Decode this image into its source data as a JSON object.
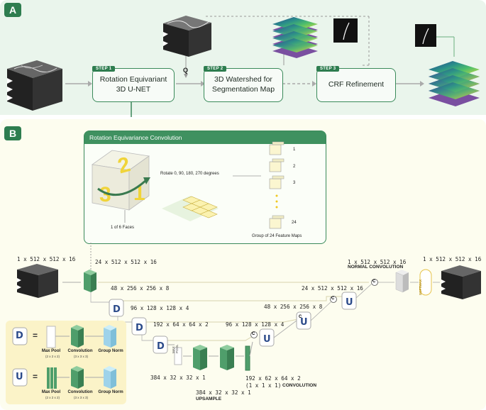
{
  "panel_a": {
    "badge": "A",
    "step1": {
      "tag": "STEP 1",
      "line1": "Rotation Equivariant",
      "line2": "3D U-NET"
    },
    "step2": {
      "tag": "STEP 2",
      "line1": "3D Watershed for",
      "line2": "Segmentation Map"
    },
    "step3": {
      "tag": "STEP 3",
      "line1": "CRF Refinement"
    },
    "q_label": "Q"
  },
  "panel_b": {
    "badge": "B",
    "rec_title": "Rotation Equivariance Convolution",
    "rotate_text": "Rotate 0, 90, 180, 270 degrees",
    "faces_text": "1 of 6 Faces",
    "group_text": "Group of 24 Feature Maps",
    "feature_indices": [
      "1",
      "2",
      "3",
      "24"
    ],
    "cube_digits": [
      "2",
      "3",
      "1"
    ],
    "shapes": {
      "input": "1 x 512 x 512 x 16",
      "first_conv": "24 x 512 x 512 x 16",
      "d1": "48 x 256 x 256 x 8",
      "d2": "96 x 128 x 128 x 4",
      "d3": "192 x 64 x 64 x 2",
      "bottom1": "384 x 32 x 32 x 1",
      "bottom2": "384 x 32 x 32 x 1",
      "u_top": "24 x 512 x 512 x 16",
      "u_mid": "48 x 256 x 256 x 8",
      "u_low": "96 x 128 x 128 x 4",
      "final_conv": "1 x 512 x 512 x 16",
      "output": "1 x 512 x 512 x 16",
      "conv_1x1_a": "192 x 62 x 64 x 2",
      "conv_1x1_b": "(1 x 1 x 1)"
    },
    "labels": {
      "normal_conv": "NORMAL CONVOLUTION",
      "upsample": "UPSAMPLE",
      "convolution": "CONVOLUTION",
      "concat": "C",
      "softmax": "SOFTMAX",
      "maxpool": "MAX POOL"
    },
    "legend": {
      "d_letter": "D",
      "u_letter": "U",
      "equals": "=",
      "row1": [
        {
          "name": "Max Pool",
          "sub": "(2 x 2 x 2)"
        },
        {
          "name": "Convolution",
          "sub": "(3 x 3 x 3)"
        },
        {
          "name": "Group Norm",
          "sub": ""
        }
      ],
      "row2": [
        {
          "name": "Max Pool",
          "sub": "(2 x 2 x 2)"
        },
        {
          "name": "Convolution",
          "sub": "(3 x 3 x 3)"
        },
        {
          "name": "Group Norm",
          "sub": ""
        }
      ]
    }
  },
  "colors": {
    "green_dark": "#2e7d4f",
    "green_block": "#5aa777",
    "blue_block": "#9fd3ea",
    "legend_bg": "#fbf3c8"
  }
}
